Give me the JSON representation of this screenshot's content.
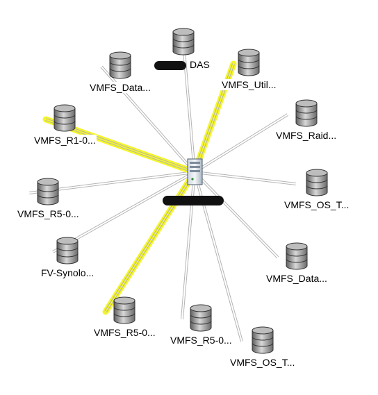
{
  "host": {
    "icon": "server-icon"
  },
  "datastores": [
    {
      "id": "das",
      "label": "DAS",
      "icon": "database-icon"
    },
    {
      "id": "util",
      "label": "VMFS_Util...",
      "icon": "database-icon"
    },
    {
      "id": "raid",
      "label": "VMFS_Raid...",
      "icon": "database-icon"
    },
    {
      "id": "os1",
      "label": "VMFS_OS_T...",
      "icon": "database-icon"
    },
    {
      "id": "data2",
      "label": "VMFS_Data...",
      "icon": "database-icon"
    },
    {
      "id": "os2",
      "label": "VMFS_OS_T...",
      "icon": "database-icon"
    },
    {
      "id": "r5b",
      "label": "VMFS_R5-0...",
      "icon": "database-icon"
    },
    {
      "id": "r5c",
      "label": "VMFS_R5-0...",
      "icon": "database-icon"
    },
    {
      "id": "fv",
      "label": "FV-Synolo...",
      "icon": "database-icon"
    },
    {
      "id": "r5a",
      "label": "VMFS_R5-0...",
      "icon": "database-icon"
    },
    {
      "id": "r1",
      "label": "VMFS_R1-0...",
      "icon": "database-icon"
    },
    {
      "id": "data1",
      "label": "VMFS_Data...",
      "icon": "database-icon"
    }
  ],
  "highlighted_links": [
    "util",
    "r1",
    "r5c"
  ],
  "colors": {
    "highlight": "#f5f52a",
    "edge": "#b4b4b4",
    "cylinder": "#8c8c8c"
  }
}
